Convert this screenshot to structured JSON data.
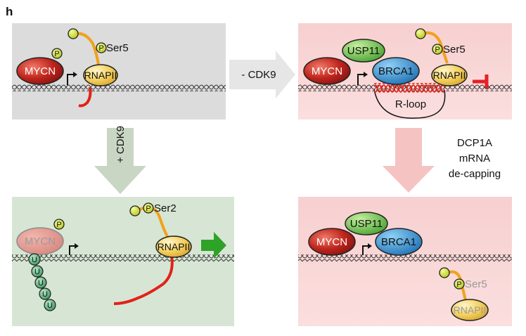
{
  "panel_letter": "h",
  "panels": {
    "top_left": {
      "mycn": "MYCN",
      "rnapii": "RNAPII",
      "phospho": "P",
      "ser": "Ser5"
    },
    "top_right": {
      "mycn": "MYCN",
      "usp11": "USP11",
      "brca1": "BRCA1",
      "rnapii": "RNAPII",
      "phospho": "P",
      "ser": "Ser5",
      "rloop": "R-loop"
    },
    "bottom_left": {
      "mycn": "MYCN",
      "rnapii": "RNAPII",
      "phospho": "P",
      "ser": "Ser2",
      "ubiquitin": "U"
    },
    "bottom_right": {
      "mycn": "MYCN",
      "usp11": "USP11",
      "brca1": "BRCA1",
      "rnapii": "RNAPII",
      "phospho": "P",
      "ser": "Ser5"
    }
  },
  "arrows": {
    "minus_cdk9": "- CDK9",
    "plus_cdk9": "+ CDK9",
    "decapping_line1": "DCP1A",
    "decapping_line2": "mRNA",
    "decapping_line3": "de-capping"
  },
  "colors": {
    "grey_panel": "#dcdcdc",
    "pink_panel": "#f9d4d4",
    "green_panel": "#d7e6d4",
    "mycn": "#c0261d",
    "rnapii": "#f2cf5e",
    "usp11": "#6cc04e",
    "brca1": "#2f8fd0",
    "rna": "#e0231a",
    "phospho": "#d8e830",
    "cdk9_arrow": "#e6e6e6",
    "decap_arrow": "#f6c3c3",
    "plus_arrow": "#c9d6c4",
    "inhibit": "#e4202a",
    "progress_arrow": "#2fa327"
  }
}
